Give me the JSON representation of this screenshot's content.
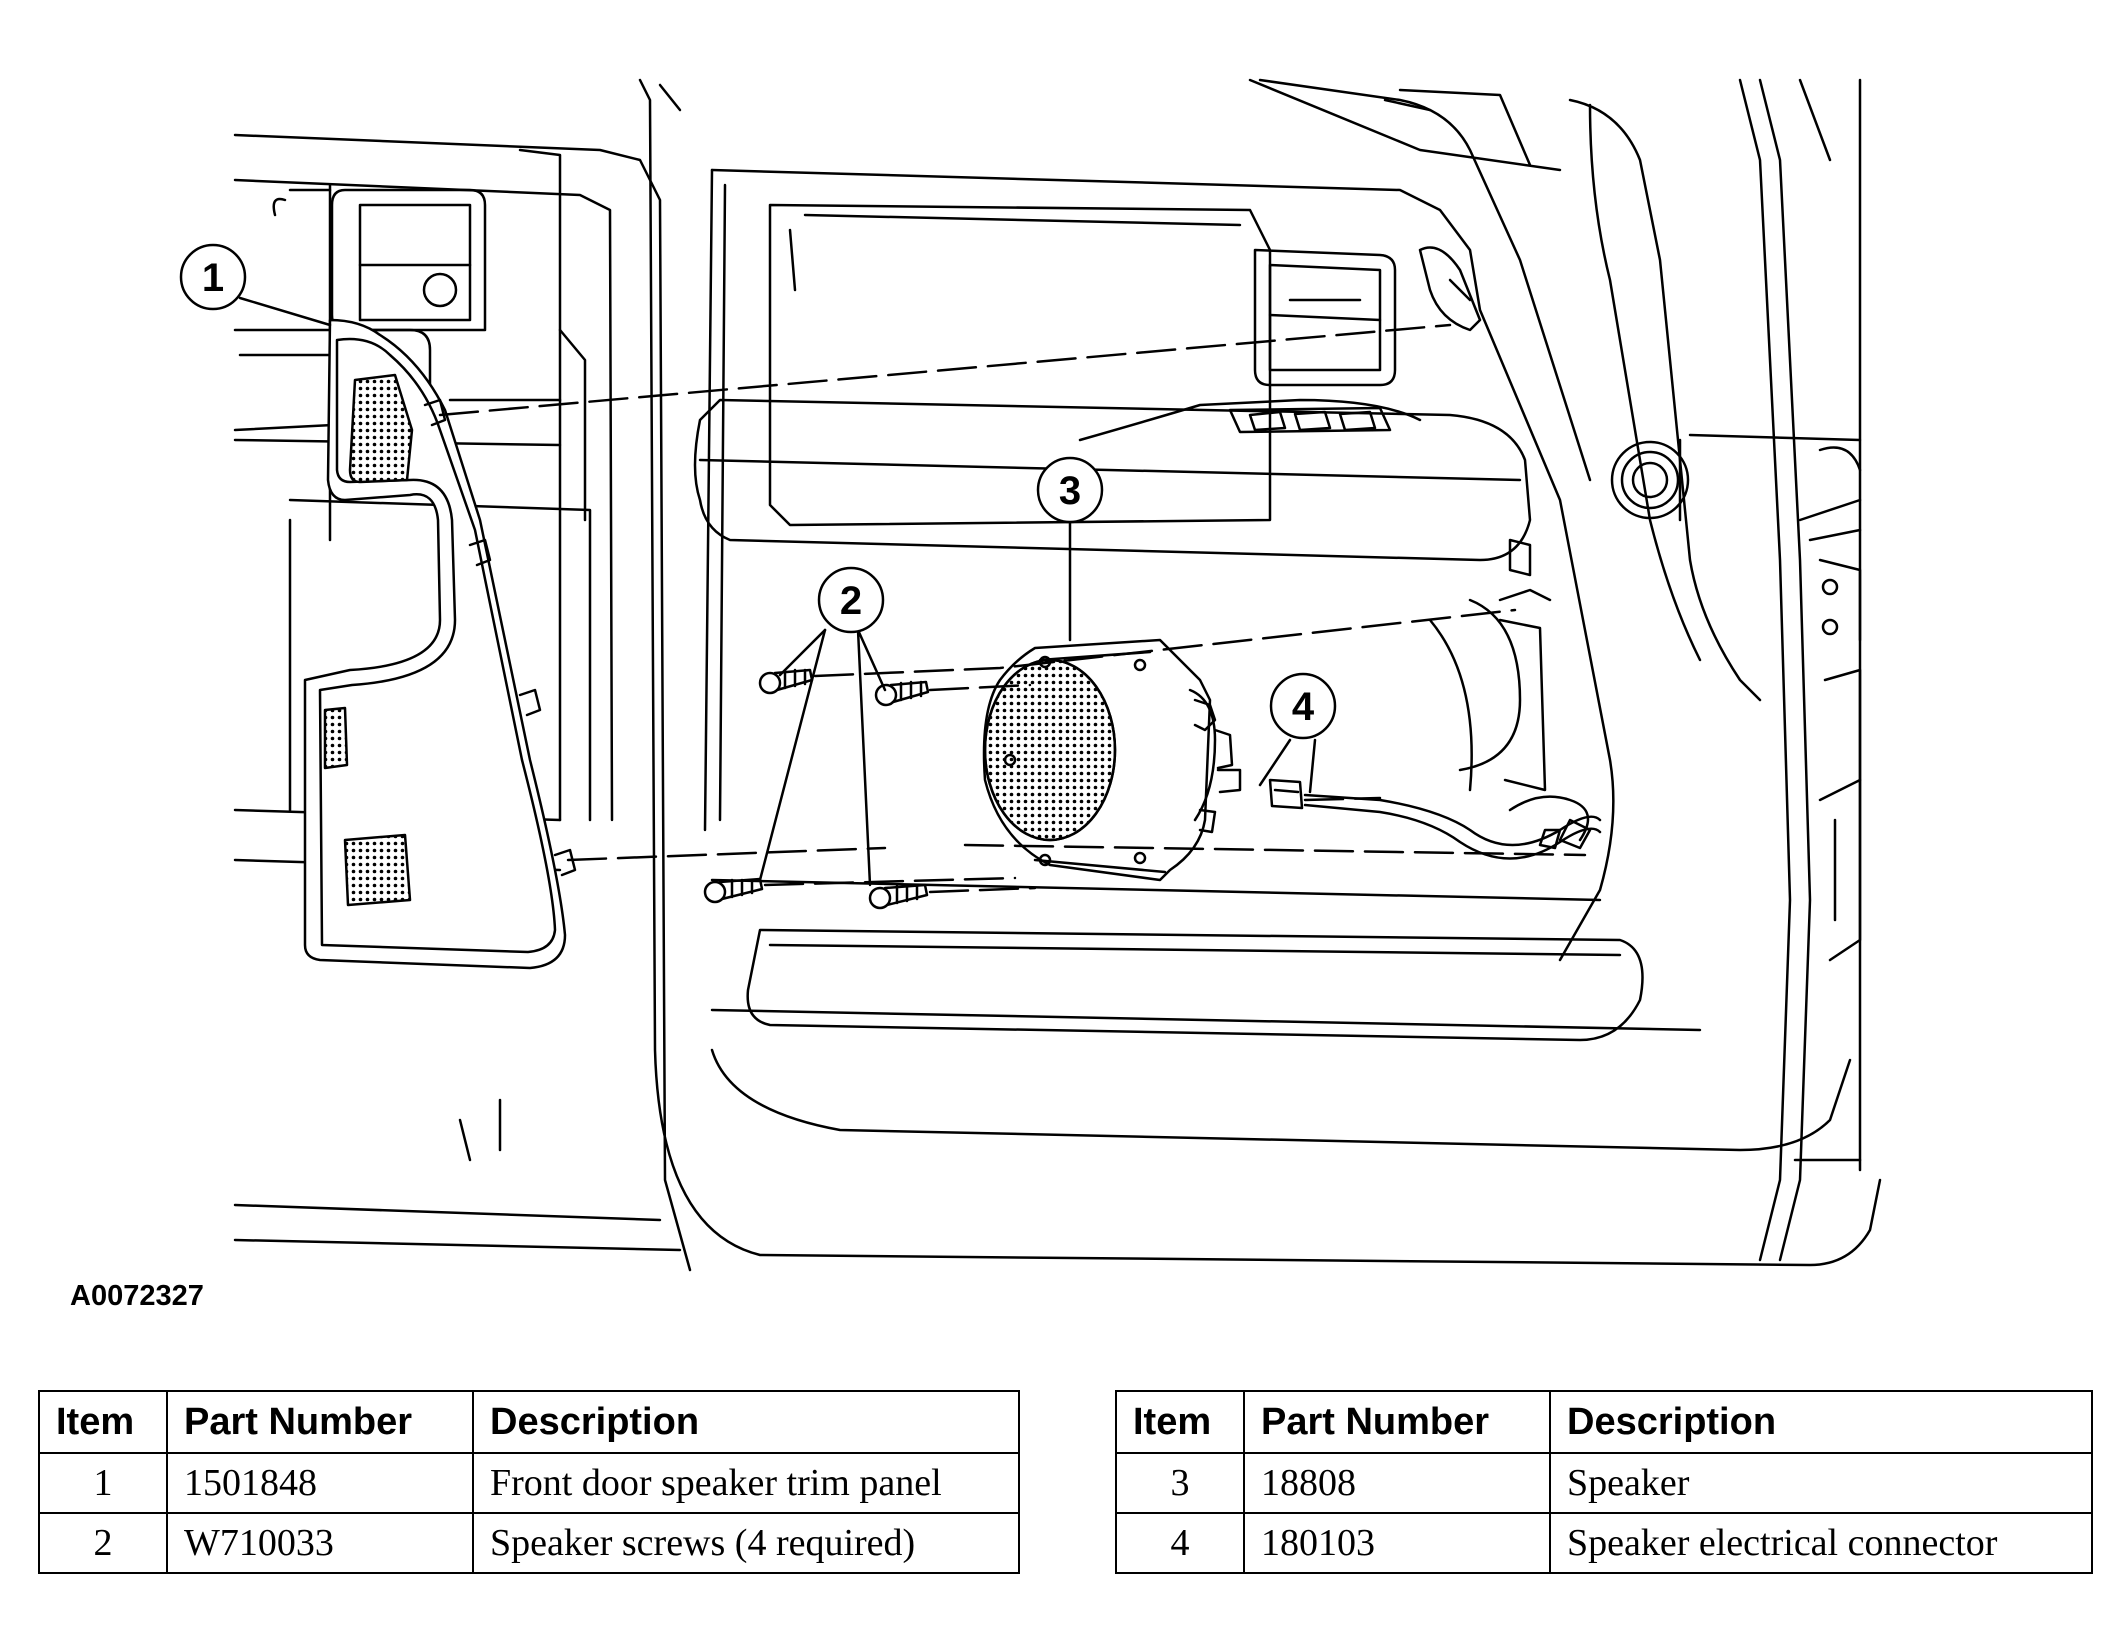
{
  "figure_id": "A0072327",
  "callouts": [
    "1",
    "2",
    "3",
    "4"
  ],
  "table_headers": {
    "item": "Item",
    "part_number": "Part Number",
    "description": "Description"
  },
  "parts_left": [
    {
      "item": "1",
      "part_number": "1501848",
      "description": "Front door speaker trim panel"
    },
    {
      "item": "2",
      "part_number": "W710033",
      "description": "Speaker screws (4 required)"
    }
  ],
  "parts_right": [
    {
      "item": "3",
      "part_number": "18808",
      "description": "Speaker"
    },
    {
      "item": "4",
      "part_number": "180103",
      "description": "Speaker electrical connector"
    }
  ]
}
